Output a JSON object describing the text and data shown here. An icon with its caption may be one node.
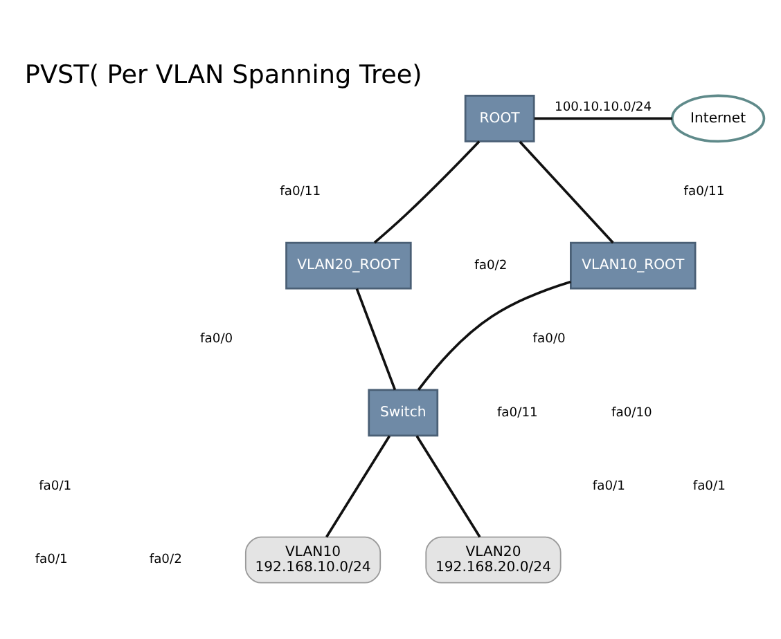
{
  "diagram": {
    "title": "PVST( Per VLAN Spanning Tree)",
    "nodes": [
      {
        "text": [
          "ROOT"
        ]
      },
      {
        "text": [
          "Internet"
        ]
      },
      {
        "text": [
          "VLAN10_ROOT"
        ]
      },
      {
        "text": [
          "VLAN20_ROOT"
        ]
      },
      {
        "text": [
          "Switch"
        ]
      },
      {
        "text": [
          "VLAN10",
          "192.168.10.0/24"
        ]
      },
      {
        "text": [
          "VLAN20",
          "192.168.20.0/24"
        ]
      }
    ],
    "edges": [
      {
        "from": 0,
        "to": 1,
        "arrow": "none",
        "label": "100.10.10.0/24"
      },
      {
        "from": 0,
        "to": 2,
        "arrow": "none"
      },
      {
        "from": 0,
        "to": 3,
        "arrow": "none"
      },
      {
        "from": 2,
        "to": 4,
        "arrow": "none"
      },
      {
        "from": 3,
        "to": 4,
        "arrow": "none"
      },
      {
        "from": 4,
        "to": 5,
        "arrow": "none"
      },
      {
        "from": 4,
        "to": 6,
        "arrow": "none"
      }
    ],
    "labels": [
      "fa0/11",
      "fa0/11",
      "fa0/0",
      "fa0/1",
      "fa0/0",
      "fa0/1",
      "fa0/1",
      "fa0/2",
      "fa0/1",
      "fa0/2",
      "fa0/10",
      "fa0/11"
    ]
  }
}
